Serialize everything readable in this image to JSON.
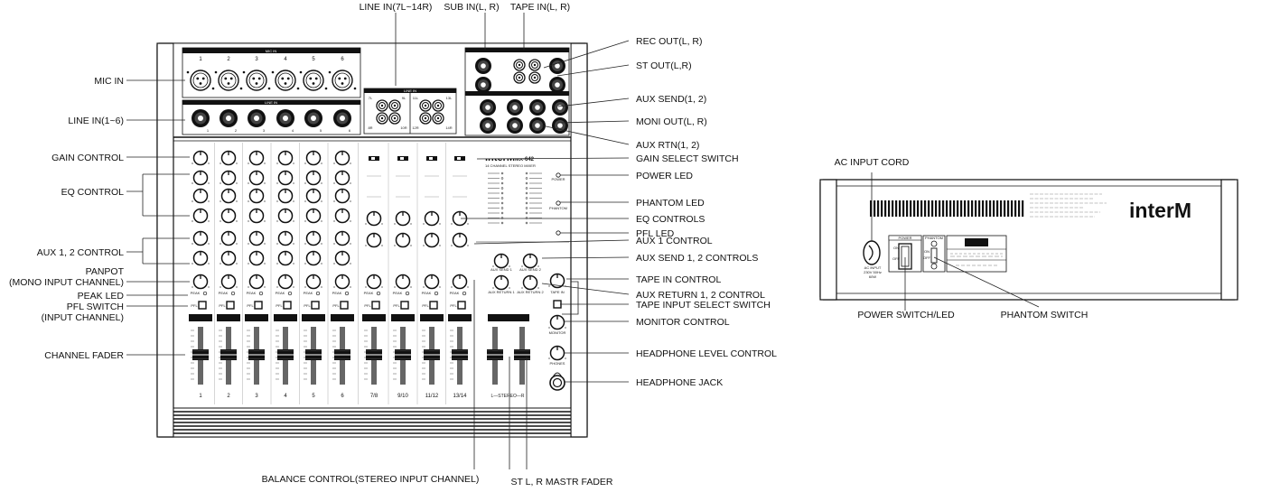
{
  "callouts": {
    "mic_in": "MIC IN",
    "line_in_1_6": "LINE IN(1~6)",
    "gain_control": "GAIN CONTROL",
    "eq_control": "EQ CONTROL",
    "aux_1_2_control": "AUX 1, 2 CONTROL",
    "panpot": "PANPOT",
    "panpot_sub": "(MONO INPUT CHANNEL)",
    "peak_led": "PEAK LED",
    "pfl_switch": "PFL SWITCH",
    "pfl_switch_sub": "(INPUT CHANNEL)",
    "channel_fader": "CHANNEL FADER",
    "line_in_7_14": "LINE IN(7L~14R)",
    "sub_in": "SUB IN(L, R)",
    "tape_in": "TAPE IN(L, R)",
    "rec_out": "REC OUT(L, R)",
    "st_out": "ST OUT(L,R)",
    "aux_send": "AUX SEND(1, 2)",
    "moni_out": "MONI OUT(L, R)",
    "aux_rtn": "AUX RTN(1, 2)",
    "gain_select_switch": "GAIN SELECT SWITCH",
    "power_led": "POWER LED",
    "phantom_led": "PHANTOM LED",
    "eq_controls": "EQ CONTROLS",
    "pfl_led": "PFL LED",
    "aux_1_control": "AUX 1 CONTROL",
    "aux_send_1_2_controls": "AUX SEND 1, 2 CONTROLS",
    "tape_in_control": "TAPE IN CONTROL",
    "aux_return_1_2_control": "AUX RETURN 1, 2 CONTROL",
    "tape_input_select_switch": "TAPE INPUT SELECT SWITCH",
    "monitor_control": "MONITOR CONTROL",
    "headphone_level_control": "HEADPHONE LEVEL CONTROL",
    "headphone_jack": "HEADPHONE JACK",
    "balance_control": "BALANCE CONTROL(STEREO INPUT CHANNEL)",
    "st_master_fader": "ST L, R MASTR FADER",
    "ac_input_cord": "AC INPUT CORD",
    "power_switch_led": "POWER SWITCH/LED",
    "phantom_switch": "PHANTOM SWITCH"
  },
  "mixer": {
    "brand": "interM",
    "model": "MX-642",
    "subtitle": "14 CHANNEL STEREO  MIXER",
    "mic_in_header": "MIC IN",
    "line_in_header": "LINE IN",
    "line_in_right_header": "LINE IN",
    "mic_numbers": [
      "1",
      "2",
      "3",
      "4",
      "5",
      "6"
    ],
    "line_numbers": [
      "1",
      "2",
      "3",
      "4",
      "5",
      "6"
    ],
    "stereo_jacks": [
      "7L",
      "8R",
      "9L",
      "10R",
      "11L",
      "12R",
      "13L",
      "14R"
    ],
    "channel_labels": [
      "1",
      "2",
      "3",
      "4",
      "5",
      "6",
      "7/8",
      "9/10",
      "11/12",
      "13/14"
    ],
    "stereo_label": "L—STEREO—R",
    "power_label": "POWER",
    "phantom_label": "PHANTOM",
    "peak_label": "PEAK",
    "pfl_label": "PFL",
    "aux_send_1": "AUX SEND 1",
    "aux_send_2": "AUX SEND 2",
    "aux_return_1": "AUX RETURN 1",
    "aux_return_2": "AUX RETURN 2",
    "tape_in_knob": "TAPE IN",
    "monitor_knob": "MONITOR",
    "phones_knob": "PHONES"
  },
  "rear": {
    "brand": "interM",
    "ac_label": "AC INPUT",
    "ac_spec": "230V 50Hz",
    "ac_watt": "60W",
    "power_header": "POWER",
    "on": "ON",
    "off": "OFF",
    "phantom_header": "PHANTOM"
  }
}
